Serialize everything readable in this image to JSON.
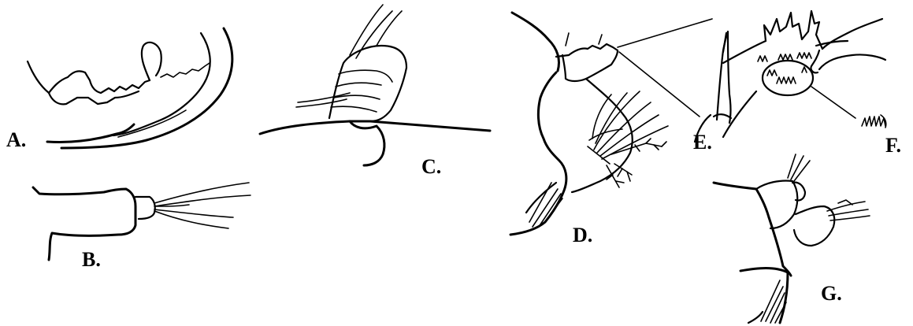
{
  "labels": {
    "a": "A.",
    "b": "B.",
    "c": "C.",
    "d": "D.",
    "e": "E.",
    "f": "F.",
    "g": "G."
  },
  "colors": {
    "ink": "#000000",
    "background": "#ffffff"
  }
}
